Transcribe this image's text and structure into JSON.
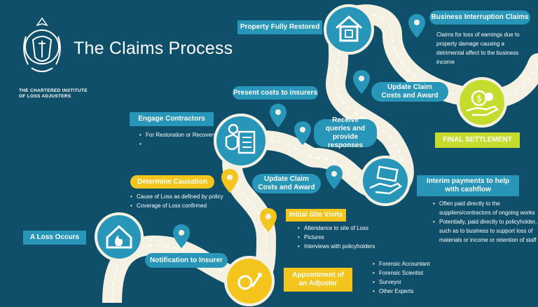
{
  "header": {
    "title": "The Claims Process",
    "org_line1": "THE CHARTERED INSTITUTE",
    "org_line2": "OF LOSS ADJUSTERS"
  },
  "steps": {
    "loss": "A Loss Occurs",
    "notification": "Notification to Insurer",
    "appointment": "Appointment of an Adjuster",
    "appointment_items": [
      "Forensic Accountant",
      "Forensic Scientist",
      "Surveyor",
      "Other Experts"
    ],
    "site_visits": "Initial Site Visits",
    "site_visit_items": [
      "Attendance to site of Loss",
      "Pictures",
      "Interviews with policyholders"
    ],
    "causation": "Determine Causation",
    "causation_items": [
      "Cause of Loss as defined by policy",
      "Coverage of Loss confirmed"
    ],
    "update1": "Update Claim Costs and Award",
    "contractors": "Engage Contractors",
    "contractor_items": [
      "For Restoration or Recovery",
      ""
    ],
    "receive_queries": "Receive queries and provide responses",
    "present_costs": "Present costs to insurers",
    "interim": "Interim payments to help with cashflow",
    "interim_items": [
      "Often paid directly to the suppliers/contractors of ongoing works",
      "Potentially, paid directly to policyholder,  such as to business to support loss of materials or income or retention of staff"
    ],
    "final": "FINAL SETTLEMENT",
    "update2": "Update Claim Costs and Award",
    "restored": "Property Fully Restored",
    "business_interruption": "Business Interruption Claims",
    "business_interruption_text": "Claims for loss of earnings due to property damage causing a detrimental affect to the business income"
  },
  "colors": {
    "background": "#0f4f6a",
    "road": "#f4f1e2",
    "teal": "#2796b9",
    "yellow": "#f4c51d",
    "green": "#c5dc2f"
  }
}
